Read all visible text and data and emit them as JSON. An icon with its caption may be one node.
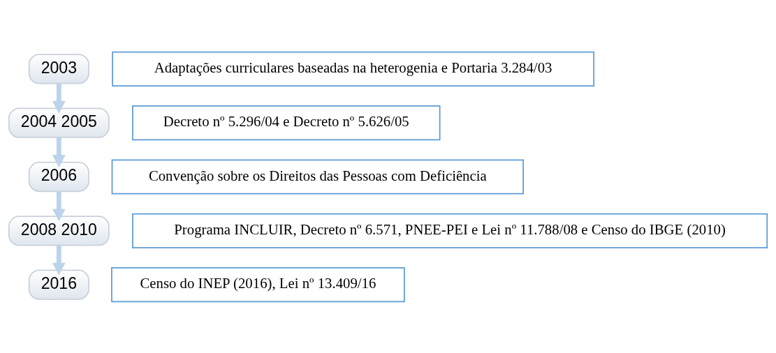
{
  "diagram": {
    "nodes": [
      {
        "text": [
          "2003"
        ]
      },
      {
        "text": [
          "Adaptações curriculares baseadas na heterogenia e Portaria 3.284/03"
        ]
      },
      {
        "text": [
          "2004 2005"
        ]
      },
      {
        "text": [
          "Decreto nº 5.296/04 e Decreto nº 5.626/05"
        ]
      },
      {
        "text": [
          "2006"
        ]
      },
      {
        "text": [
          "Convenção sobre os Direitos das Pessoas com Deficiência"
        ]
      },
      {
        "text": [
          "2008 2010"
        ]
      },
      {
        "text": [
          "Programa INCLUIR, Decreto nº 6.571, PNEE-PEI e Lei nº 11.788/08 e Censo do IBGE (2010)"
        ]
      },
      {
        "text": [
          "2016"
        ]
      },
      {
        "text": [
          "Censo do INEP (2016), Lei nº 13.409/16"
        ]
      }
    ],
    "edges": [
      {
        "from": 0,
        "to": 2,
        "arrow": "to"
      },
      {
        "from": 2,
        "to": 4,
        "arrow": "to"
      },
      {
        "from": 4,
        "to": 6,
        "arrow": "to"
      },
      {
        "from": 6,
        "to": 8,
        "arrow": "to"
      }
    ]
  }
}
